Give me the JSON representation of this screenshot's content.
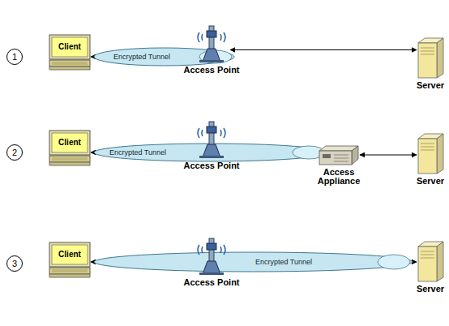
{
  "diagram": {
    "nodes": [
      {
        "text": [
          "1"
        ]
      },
      {
        "text": [
          "Client"
        ]
      },
      {
        "text": [
          "Encrypted Tunnel"
        ]
      },
      {
        "text": [
          "Access Point"
        ]
      },
      {
        "text": [
          "Server"
        ]
      },
      {
        "text": [
          "2"
        ]
      },
      {
        "text": [
          "Client"
        ]
      },
      {
        "text": [
          "Encrypted Tunnel"
        ]
      },
      {
        "text": [
          "Access Point"
        ]
      },
      {
        "text": [
          "Access Appliance"
        ]
      },
      {
        "text": [
          "Server"
        ]
      },
      {
        "text": [
          "3"
        ]
      },
      {
        "text": [
          "Client"
        ]
      },
      {
        "text": [
          "Encrypted Tunnel"
        ]
      },
      {
        "text": [
          "Access Point"
        ]
      },
      {
        "text": [
          "Server"
        ]
      }
    ],
    "edges": [
      {
        "from": 2,
        "to": 1,
        "arrow": "to"
      },
      {
        "from": 3,
        "to": 4,
        "arrow": "both"
      },
      {
        "from": 7,
        "to": 6,
        "arrow": "to"
      },
      {
        "from": 9,
        "to": 10,
        "arrow": "both"
      },
      {
        "from": 13,
        "to": 12,
        "arrow": "to"
      },
      {
        "from": 13,
        "to": 15,
        "arrow": "to"
      }
    ]
  }
}
